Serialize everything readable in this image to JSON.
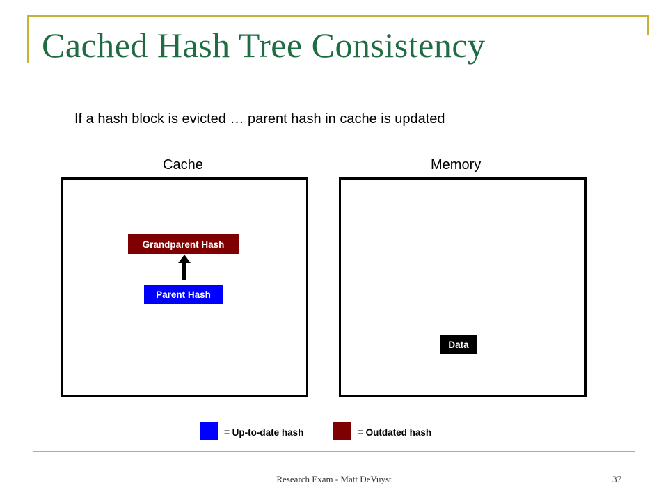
{
  "slide": {
    "title": "Cached Hash Tree Consistency",
    "subtitle": "If a hash block is evicted …  parent hash in cache is updated",
    "footer": "Research Exam - Matt DeVuyst",
    "page_number": "37"
  },
  "panels": {
    "cache_label": "Cache",
    "memory_label": "Memory"
  },
  "nodes": {
    "grandparent": "Grandparent Hash",
    "parent": "Parent Hash",
    "data": "Data"
  },
  "legend": {
    "uptodate": "= Up-to-date hash",
    "outdated": "= Outdated hash"
  },
  "colors": {
    "uptodate": "#0000ff",
    "outdated": "#7f0000",
    "data": "#000000",
    "title": "#1f6b43",
    "accent": "#c9b037"
  },
  "icons": {
    "arrow": "arrow-up-icon"
  }
}
